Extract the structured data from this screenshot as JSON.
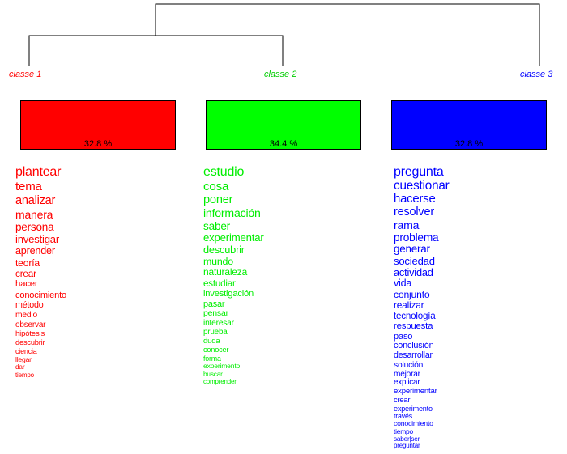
{
  "classes": [
    {
      "label": "classe  1",
      "color": "#ff0000",
      "percent": "32.8 %",
      "words": [
        "plantear",
        "tema",
        "analizar",
        "manera",
        "persona",
        "investigar",
        "aprender",
        "teoría",
        "crear",
        "hacer",
        "conocimiento",
        "método",
        "medio",
        "observar",
        "hipótesis",
        "descubrir",
        "ciencia",
        "llegar",
        "dar",
        "tiempo"
      ]
    },
    {
      "label": "classe  2",
      "color": "#00ff00",
      "percent": "34.4 %",
      "words": [
        "estudio",
        "cosa",
        "poner",
        "información",
        "saber",
        "experimentar",
        "descubrir",
        "mundo",
        "naturaleza",
        "estudiar",
        "investigación",
        "pasar",
        "pensar",
        "interesar",
        "prueba",
        "duda",
        "conocer",
        "forma",
        "experimento",
        "buscar",
        "comprender"
      ]
    },
    {
      "label": "classe  3",
      "color": "#0000ff",
      "percent": "32.8 %",
      "words": [
        "pregunta",
        "cuestionar",
        "hacerse",
        "resolver",
        "rama",
        "problema",
        "generar",
        "sociedad",
        "actividad",
        "vida",
        "conjunto",
        "realizar",
        "tecnología",
        "respuesta",
        "paso",
        "conclusión",
        "desarrollar",
        "solución",
        "mejorar",
        "explicar",
        "experimentar",
        "crear",
        "experimento",
        "través",
        "conocimiento",
        "tiempo",
        "saber|ser",
        "preguntar"
      ]
    }
  ]
}
